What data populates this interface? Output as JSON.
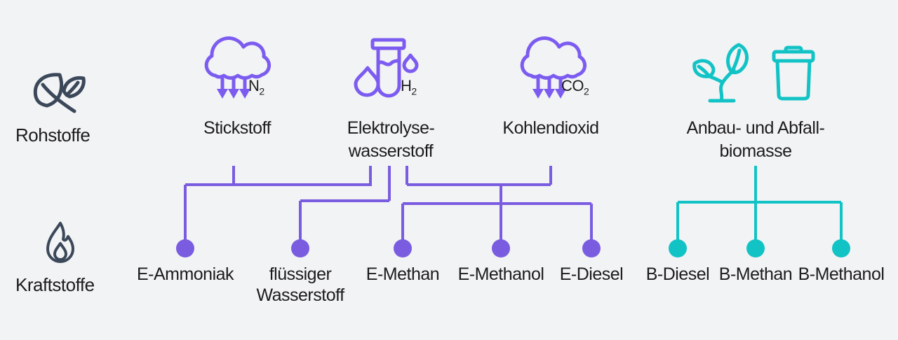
{
  "rows": {
    "raw": "Rohstoffe",
    "fuels": "Kraftstoffe"
  },
  "raw_materials": [
    {
      "label_line1": "Stickstoff",
      "label_line2": "",
      "formula": "N",
      "formula_sub": "2",
      "icon": "cloud-arrows-icon",
      "color_group": "purple"
    },
    {
      "label_line1": "Elektrolyse-",
      "label_line2": "wasserstoff",
      "formula": "H",
      "formula_sub": "2",
      "icon": "test-tube-droplets-icon",
      "color_group": "purple"
    },
    {
      "label_line1": "Kohlendioxid",
      "label_line2": "",
      "formula": "CO",
      "formula_sub": "2",
      "icon": "cloud-arrows-icon",
      "color_group": "purple"
    },
    {
      "label_line1": "Anbau- und Abfall-",
      "label_line2": "biomasse",
      "formula": "",
      "formula_sub": "",
      "icon": "plant-and-trash-icon",
      "color_group": "teal"
    }
  ],
  "fuels": [
    {
      "label_line1": "E-Ammoniak",
      "label_line2": "",
      "color_group": "purple"
    },
    {
      "label_line1": "flüssiger",
      "label_line2": "Wasserstoff",
      "color_group": "purple"
    },
    {
      "label_line1": "E-Methan",
      "label_line2": "",
      "color_group": "purple"
    },
    {
      "label_line1": "E-Methanol",
      "label_line2": "",
      "color_group": "purple"
    },
    {
      "label_line1": "E-Diesel",
      "label_line2": "",
      "color_group": "purple"
    },
    {
      "label_line1": "B-Diesel",
      "label_line2": "",
      "color_group": "teal"
    },
    {
      "label_line1": "B-Methan",
      "label_line2": "",
      "color_group": "teal"
    },
    {
      "label_line1": "B-Methanol",
      "label_line2": "",
      "color_group": "teal"
    }
  ],
  "connections": [
    {
      "from": [
        "Stickstoff",
        "Elektrolyse-wasserstoff"
      ],
      "to": [
        "E-Ammoniak"
      ]
    },
    {
      "from": [
        "Elektrolyse-wasserstoff"
      ],
      "to": [
        "flüssiger Wasserstoff"
      ]
    },
    {
      "from": [
        "Elektrolyse-wasserstoff",
        "Kohlendioxid"
      ],
      "to": [
        "E-Methan",
        "E-Methanol",
        "E-Diesel"
      ]
    },
    {
      "from": [
        "Anbau- und Abfallbiomasse"
      ],
      "to": [
        "B-Diesel",
        "B-Methan",
        "B-Methanol"
      ]
    }
  ],
  "colors": {
    "background": "#f2f3f5",
    "purple_icon": "#7c5cf0",
    "purple_line": "#7a5ce0",
    "teal": "#12c3c6",
    "dark_icon": "#3b4859",
    "text": "#1c1c1c"
  }
}
